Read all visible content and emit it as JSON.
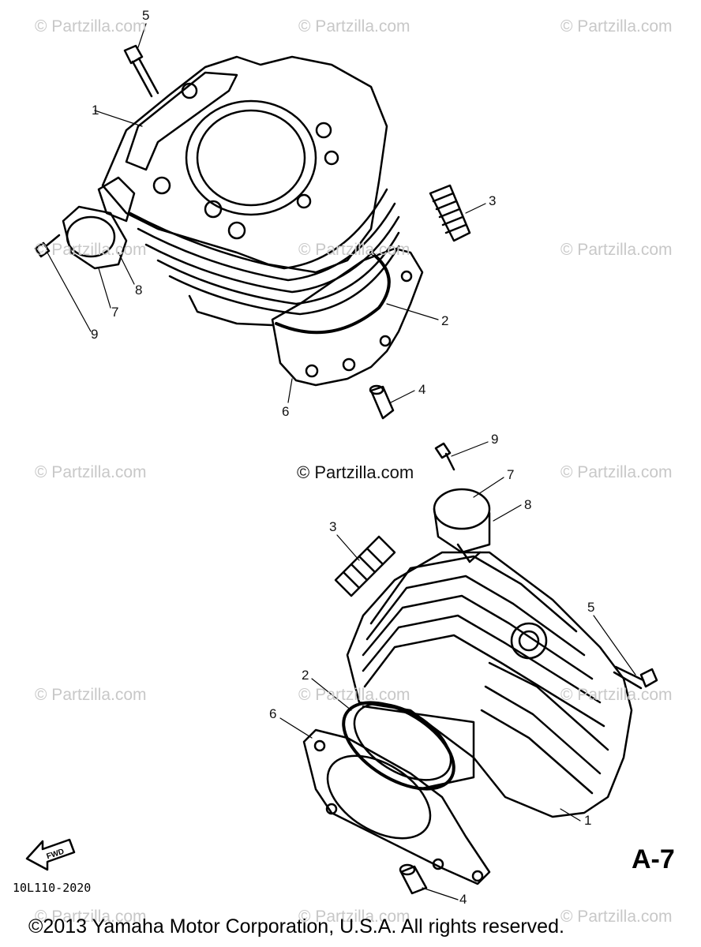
{
  "watermark": "© Partzilla.com",
  "center_watermark": "© Partzilla.com",
  "callouts_top": [
    "5",
    "1",
    "3",
    "8",
    "7",
    "9",
    "2",
    "4",
    "6"
  ],
  "callouts_bottom": [
    "9",
    "7",
    "8",
    "3",
    "5",
    "2",
    "6",
    "1",
    "4"
  ],
  "page_id": "A-7",
  "part_code": "10L110-2020",
  "fwd_label": "FWD",
  "copyright": "©2013 Yamaha Motor Corporation, U.S.A. All rights reserved."
}
